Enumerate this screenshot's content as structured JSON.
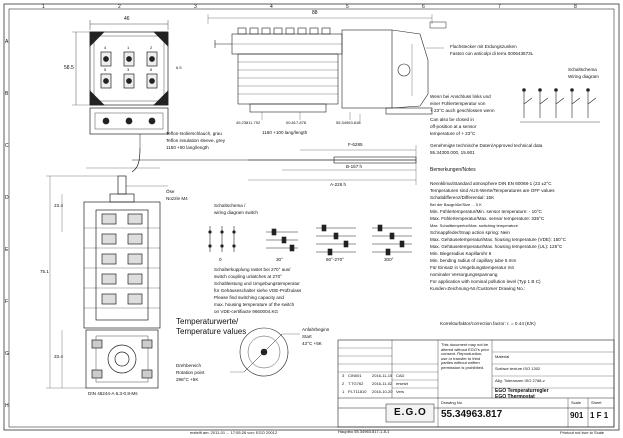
{
  "header": {
    "zone_letters": [
      "A",
      "B",
      "C",
      "D",
      "E",
      "F",
      "G",
      "H"
    ],
    "zone_numbers": [
      "1",
      "2",
      "3",
      "4",
      "5",
      "6",
      "7",
      "8"
    ]
  },
  "top_view": {
    "terminal_labels": [
      "4",
      "1",
      "2",
      "5",
      "3",
      "6"
    ],
    "dim_width": "46",
    "dim_height": "58.5",
    "dim_small": "6.5"
  },
  "side_view": {
    "part_numbers": [
      "49.23811.792",
      "00.817.878",
      "55.34963.816"
    ],
    "dim_length": "88"
  },
  "capillary": {
    "note_de": "Teflon-Isolierschlauch, grau",
    "note_en1": "Teflon insulation sleeve, grey",
    "note_len": "1150 +50 lang/length",
    "cap_len": "1160 +100 lang/length",
    "dim_f": "F-6285",
    "dim_b": "B-157 h",
    "dim_a": "A-226 h"
  },
  "cutout": {
    "label_de": "Flachstecker mit Erdungszunken",
    "label_en": "Faston con anticolpi di terra 000643673L"
  },
  "wiring": {
    "title_de": "Schaltschema",
    "title_en": "Wiring diagram"
  },
  "notes_right": [
    "Wenn bei Anschluss links und",
    "einer Fühlertemperatur von",
    "+ 23°C auch geschlossen wenn",
    "Can also be closed in",
    "off-position at a sensor",
    "temperature of + 23°C"
  ],
  "approval": [
    "Genehmigte technische Daten/Approved technical data",
    "55.34300.000, 15.901"
  ],
  "remarks_title": "Bemerkungen/Notes",
  "remarks": [
    "Nennklima/Standard atmosphere DIN EN 60068-1 (23 ±2°C",
    "Temperaturen sind AUS-Werte/Temperatures are OFF values",
    "Schaltdifferenz/Differential: 15K",
    "Bei der Baugröße/Size ... 5 K",
    "Min. Fühlertemperatur/Min. sensor temperature: - 10°C",
    "Max. Fühlertemperatur/Max. sensor temperature: 335°C",
    "Max. Schalttempertur/Max. switching temperature",
    "Schnappfeder/Snap action spring: Nein",
    "Max. Gehäusetemperatur/Max. housing temperature (VDE): 150°C",
    "Max. Gehäusetemperatur/Max. housing temperature (UL): 125°C",
    "Min. Biegeradius Kapillarohr 6",
    "Min. bending radius of capillary tube 5 mm",
    "Für Einsatz in Umgebungstemperatur mit",
    "nominaler Versorgungsspannung",
    "For application with nominal pollution level (Typ 1 B C)",
    "Kunden-Zeichnung-Nr./Customer Drawing No.:"
  ],
  "correction": "Korrekturfaktor/correction factor: r. = 0.44 (K/K)",
  "switch_left": {
    "label_de": "Öse",
    "label_en": "Nozzle M4",
    "dim": "23.4",
    "dim_total": "75.1",
    "dim_bottom": "33.4",
    "din": "DIN 46244-A 6.3-0.8-Ms"
  },
  "switch_schema": {
    "title_de": "Schaltschema /",
    "title_en": "wiring diagram switch",
    "positions": [
      "0",
      "30°",
      "60°-270°",
      "300°"
    ]
  },
  "switch_notes": [
    "Schalterkupplung rastet bei 270° aus/",
    "switch coupling unlatches at 270°",
    "Schaltleistung und Umgebungstemperatur",
    "für Gehäuseschalter siehe VDE-Prüfzulass",
    "Please find switching capacity and",
    "max. housing temperature of the switch",
    "on VDE-certifiacte 9660004.KG"
  ],
  "temperature": {
    "title_de": "Temperaturwerte/",
    "title_en": "Temperature values",
    "start_de": "Anfahrbeginn",
    "start_en": "Start",
    "start_val": "43°C +5K",
    "end_de": "Drehbereich",
    "end_en": "Rotation point",
    "end_val": "298°C +5K"
  },
  "title_block": {
    "revisions": [
      {
        "no": "3",
        "chg": "CIN001",
        "date": "2016-11-15",
        "name": "CAD"
      },
      {
        "no": "2",
        "chg": "T.TG762",
        "date": "2016-11-02",
        "name": "ersetzt"
      },
      {
        "no": "1",
        "chg": "P.LT11810",
        "date": "2016-10-20",
        "name": "Vers"
      }
    ],
    "notice": "This document may not be altered without EGO's prior consent. Reproduction, use or transfer to third parties without written permission is prohibited.",
    "material_label": "Material",
    "surface_label": "Surface texture ISO 1302",
    "tolerance_label": "Allg. Toleranzen ISO 2768-v",
    "name_de": "EGO Temperaturregler",
    "name_en": "EGO Thermostat",
    "drawing_label": "Drawing No.",
    "drawing_no": "55.34963.817",
    "scale_label": "Scale",
    "scale": "901",
    "sheet_label": "Sheet",
    "sheet": "1 F 1",
    "company": "E.G.O",
    "footer_drawn": "Hauptbo 55.34963.817-1-8-1",
    "footer_right": "Printout not true to Scale",
    "footer_mid": "erstellt am: 2011-01 ... 17:55:26 von: EGO 20012"
  }
}
